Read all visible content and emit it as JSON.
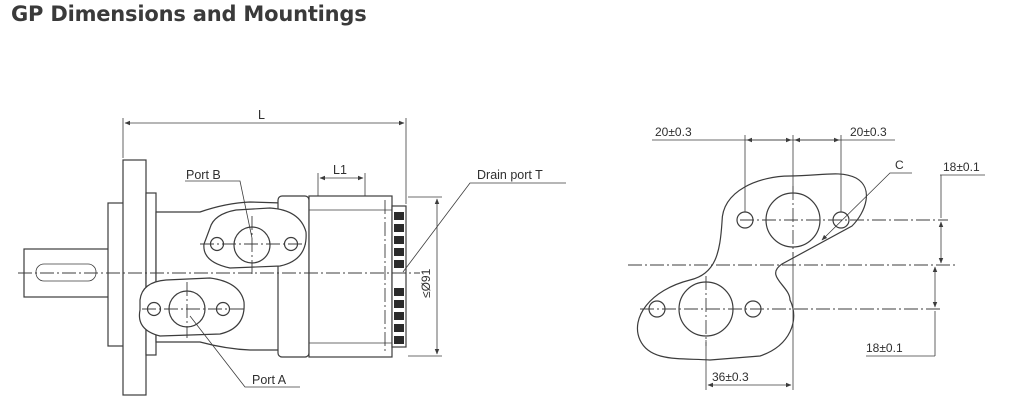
{
  "title": "GP Dimensions and Mountings",
  "side_view": {
    "length_label": "L",
    "l1_label": "L1",
    "port_b_label": "Port B",
    "port_a_label": "Port A",
    "drain_port_label": "Drain port T",
    "diameter_label": "≤Ø91"
  },
  "port_view": {
    "top_left_spacing": "20±0.3",
    "top_right_spacing": "20±0.3",
    "thread_label": "C",
    "upper_offset": "18±0.1",
    "lower_offset": "18±0.1",
    "bottom_spacing": "36±0.3"
  }
}
